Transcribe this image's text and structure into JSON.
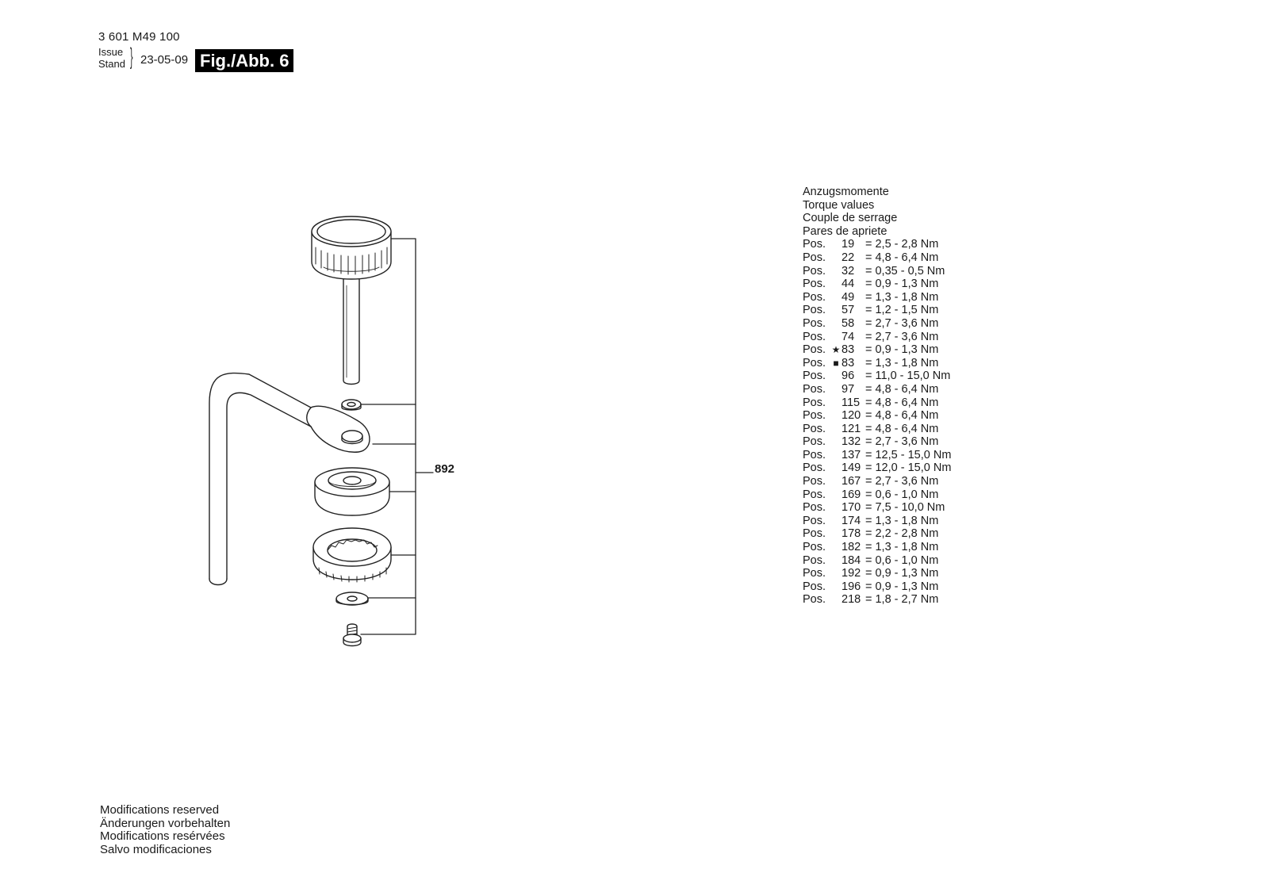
{
  "header": {
    "part_number": "3 601 M49 100",
    "issue_label": "Issue",
    "stand_label": "Stand",
    "date": "23-05-09",
    "figure_label": "Fig./Abb. 6"
  },
  "diagram": {
    "callout_number": "892"
  },
  "torque": {
    "headings": [
      "Anzugsmomente",
      "Torque values",
      "Couple de serrage",
      "Pares de apriete"
    ],
    "rows": [
      {
        "pos": "Pos.",
        "sym": "",
        "num": "19",
        "value": "= 2,5 - 2,8  Nm"
      },
      {
        "pos": "Pos.",
        "sym": "",
        "num": "22",
        "value": "= 4,8 - 6,4  Nm"
      },
      {
        "pos": "Pos.",
        "sym": "",
        "num": "32",
        "value": "= 0,35 - 0,5  Nm"
      },
      {
        "pos": "Pos.",
        "sym": "",
        "num": "44",
        "value": "= 0,9 - 1,3  Nm"
      },
      {
        "pos": "Pos.",
        "sym": "",
        "num": "49",
        "value": "= 1,3 - 1,8  Nm"
      },
      {
        "pos": "Pos.",
        "sym": "",
        "num": "57",
        "value": "= 1,2 - 1,5  Nm"
      },
      {
        "pos": "Pos.",
        "sym": "",
        "num": "58",
        "value": "= 2,7 - 3,6  Nm"
      },
      {
        "pos": "Pos.",
        "sym": "",
        "num": "74",
        "value": "= 2,7 - 3,6  Nm"
      },
      {
        "pos": "Pos.",
        "sym": "★",
        "num": "83",
        "value": "= 0,9 - 1,3  Nm"
      },
      {
        "pos": "Pos.",
        "sym": "■",
        "num": "83",
        "value": "= 1,3 - 1,8  Nm"
      },
      {
        "pos": "Pos.",
        "sym": "",
        "num": "96",
        "value": "= 11,0 - 15,0  Nm"
      },
      {
        "pos": "Pos.",
        "sym": "",
        "num": "97",
        "value": "= 4,8 - 6,4  Nm"
      },
      {
        "pos": "Pos.",
        "sym": "",
        "num": "115",
        "value": "= 4,8 - 6,4  Nm"
      },
      {
        "pos": "Pos.",
        "sym": "",
        "num": "120",
        "value": "= 4,8 - 6,4  Nm"
      },
      {
        "pos": "Pos.",
        "sym": "",
        "num": "121",
        "value": "= 4,8 - 6,4  Nm"
      },
      {
        "pos": "Pos.",
        "sym": "",
        "num": "132",
        "value": "= 2,7 - 3,6  Nm"
      },
      {
        "pos": "Pos.",
        "sym": "",
        "num": "137",
        "value": "= 12,5 - 15,0  Nm"
      },
      {
        "pos": "Pos.",
        "sym": "",
        "num": "149",
        "value": "= 12,0 - 15,0  Nm"
      },
      {
        "pos": "Pos.",
        "sym": "",
        "num": "167",
        "value": "= 2,7 - 3,6  Nm"
      },
      {
        "pos": "Pos.",
        "sym": "",
        "num": "169",
        "value": "= 0,6 - 1,0  Nm"
      },
      {
        "pos": "Pos.",
        "sym": "",
        "num": "170",
        "value": "= 7,5 - 10,0  Nm"
      },
      {
        "pos": "Pos.",
        "sym": "",
        "num": "174",
        "value": "= 1,3 - 1,8  Nm"
      },
      {
        "pos": "Pos.",
        "sym": "",
        "num": "178",
        "value": "= 2,2 - 2,8  Nm"
      },
      {
        "pos": "Pos.",
        "sym": "",
        "num": "182",
        "value": "= 1,3 - 1,8  Nm"
      },
      {
        "pos": "Pos.",
        "sym": "",
        "num": "184",
        "value": "= 0,6 - 1,0  Nm"
      },
      {
        "pos": "Pos.",
        "sym": "",
        "num": "192",
        "value": "= 0,9 - 1,3  Nm"
      },
      {
        "pos": "Pos.",
        "sym": "",
        "num": "196",
        "value": "= 0,9 - 1,3  Nm"
      },
      {
        "pos": "Pos.",
        "sym": "",
        "num": "218",
        "value": "= 1,8 - 2,7  Nm"
      }
    ]
  },
  "footer": {
    "lines": [
      "Modifications reserved",
      "Änderungen vorbehalten",
      "Modifications resérvées",
      "Salvo modificaciones"
    ]
  }
}
